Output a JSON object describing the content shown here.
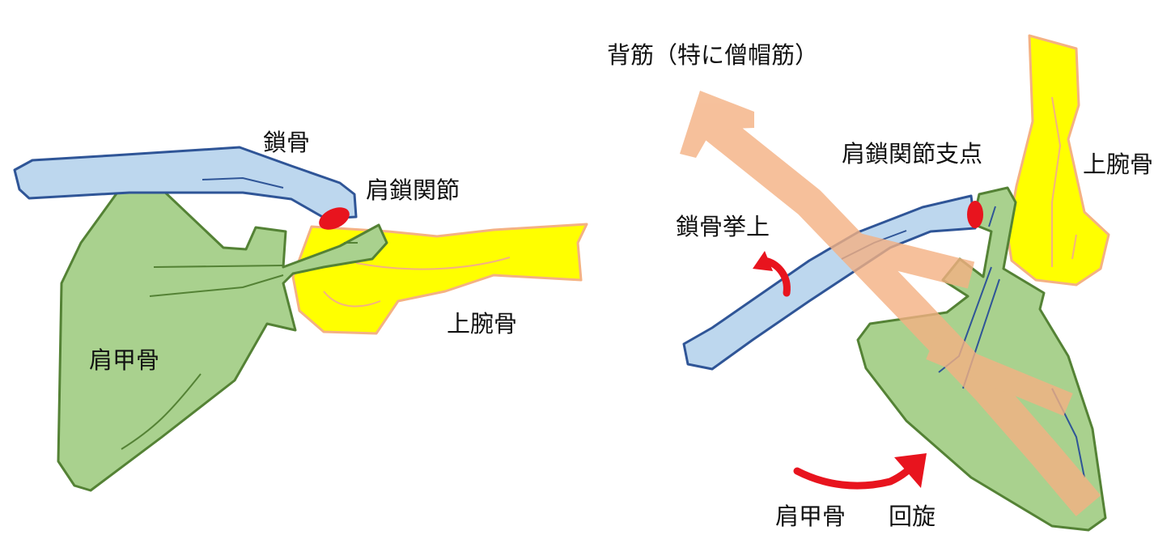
{
  "left_diagram": {
    "labels": {
      "clavicle": "鎖骨",
      "ac_joint": "肩鎖関節",
      "humerus": "上腕骨",
      "scapula": "肩甲骨"
    }
  },
  "right_diagram": {
    "labels": {
      "back_muscle": "背筋（特に僧帽筋）",
      "ac_joint_fulcrum": "肩鎖関節支点",
      "humerus": "上腕骨",
      "clavicle_elevation": "鎖骨挙上",
      "scapula": "肩甲骨",
      "rotation": "回旋"
    }
  },
  "colors": {
    "clavicle": "#bdd7ee",
    "scapula": "#a9d18e",
    "humerus": "#ffff00",
    "muscle": "#f4b183",
    "joint_and_arrows": "#e8141e"
  }
}
